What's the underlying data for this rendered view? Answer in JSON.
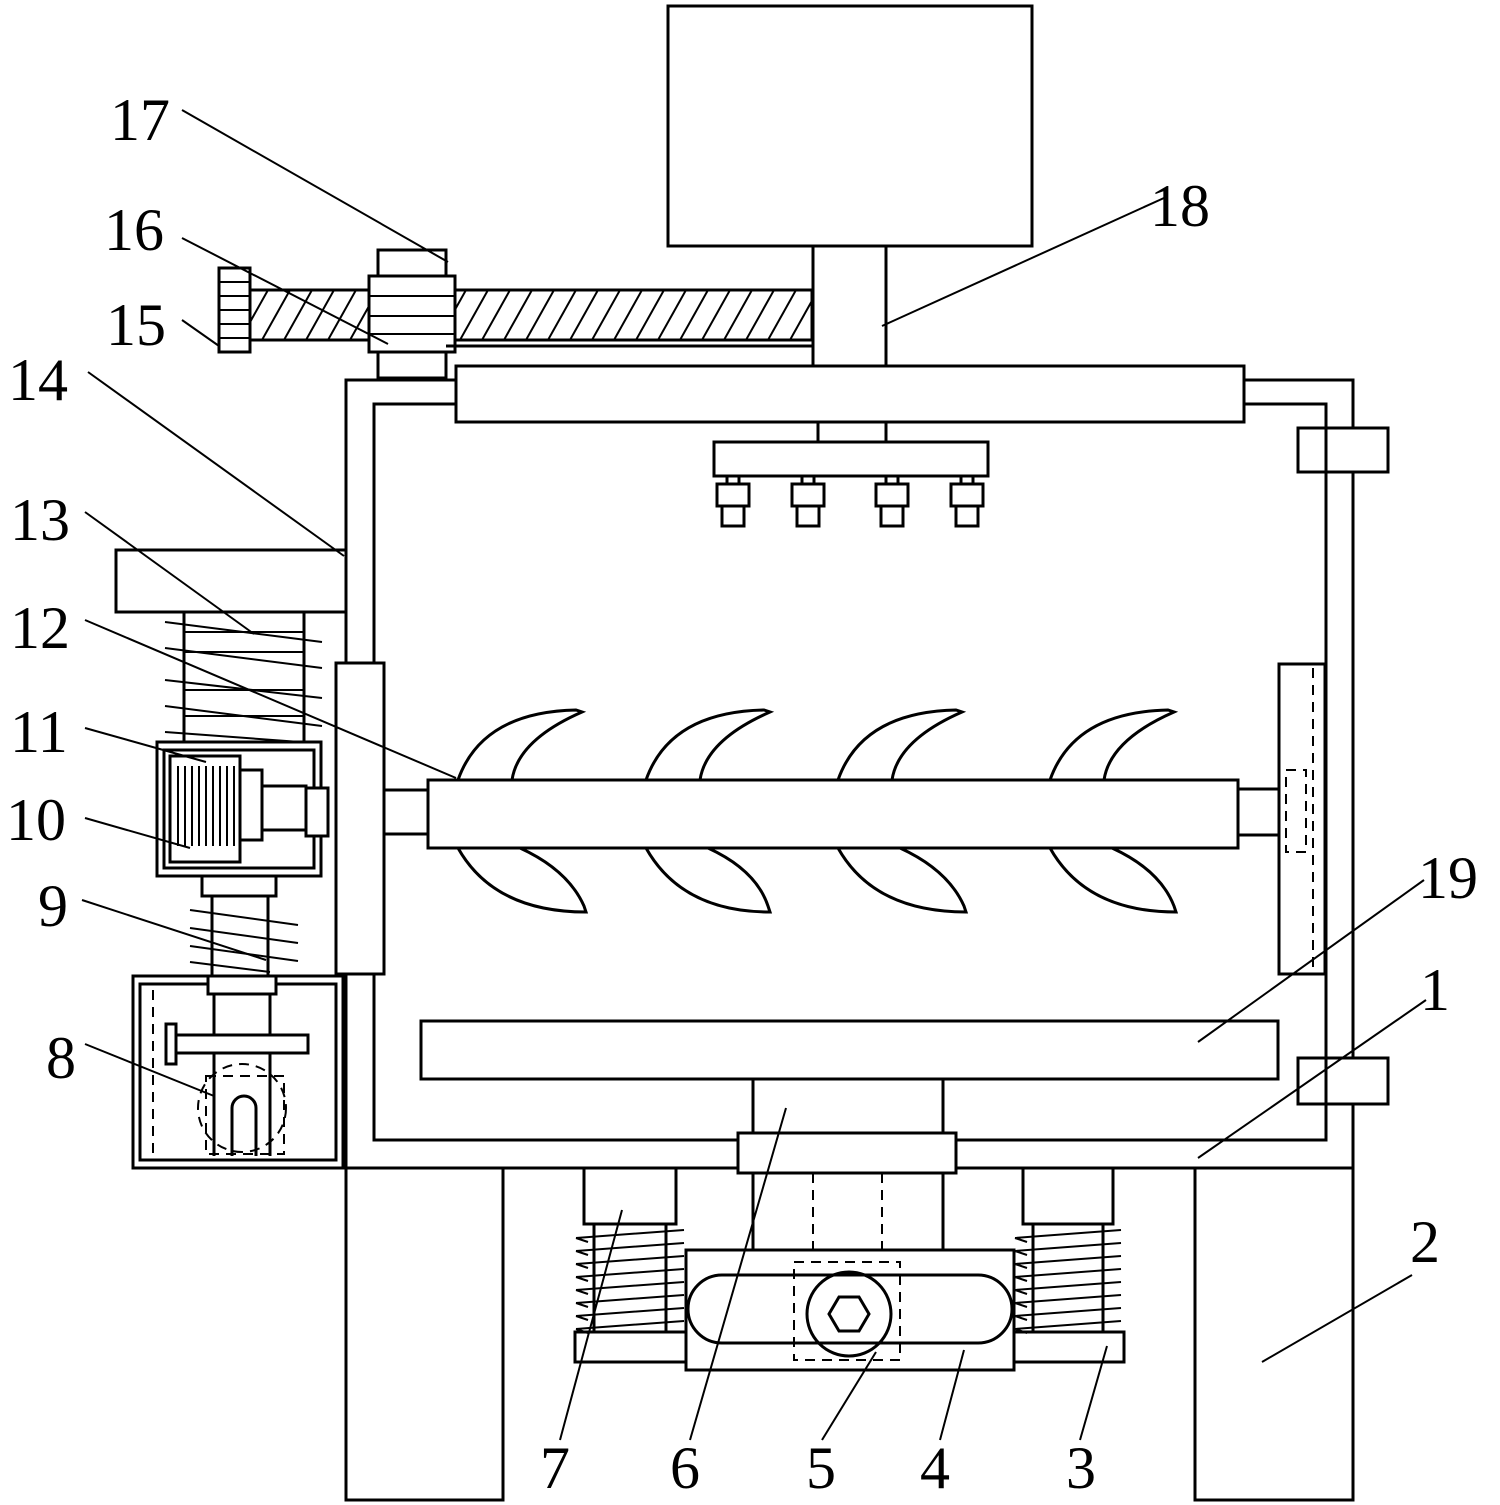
{
  "diagram": {
    "type": "mechanical-assembly-drawing",
    "labels": [
      {
        "id": "l1",
        "text": "1"
      },
      {
        "id": "l2",
        "text": "2"
      },
      {
        "id": "l3",
        "text": "3"
      },
      {
        "id": "l4",
        "text": "4"
      },
      {
        "id": "l5",
        "text": "5"
      },
      {
        "id": "l6",
        "text": "6"
      },
      {
        "id": "l7",
        "text": "7"
      },
      {
        "id": "l8",
        "text": "8"
      },
      {
        "id": "l9",
        "text": "9"
      },
      {
        "id": "l10",
        "text": "10"
      },
      {
        "id": "l11",
        "text": "11"
      },
      {
        "id": "l12",
        "text": "12"
      },
      {
        "id": "l13",
        "text": "13"
      },
      {
        "id": "l14",
        "text": "14"
      },
      {
        "id": "l15",
        "text": "15"
      },
      {
        "id": "l16",
        "text": "16"
      },
      {
        "id": "l17",
        "text": "17"
      },
      {
        "id": "l18",
        "text": "18"
      },
      {
        "id": "l19",
        "text": "19"
      }
    ]
  }
}
